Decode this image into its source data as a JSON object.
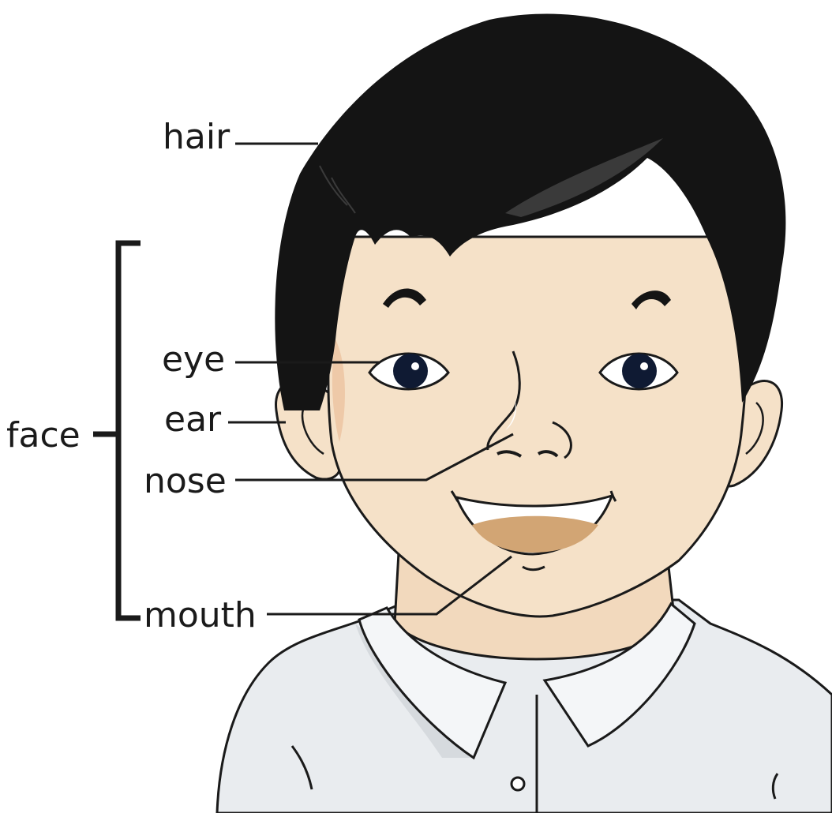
{
  "diagram": {
    "labels": {
      "hair": "hair",
      "eye": "eye",
      "ear": "ear",
      "face": "face",
      "nose": "nose",
      "mouth": "mouth"
    },
    "colors": {
      "hair": "#141414",
      "skin": "#f5e1c8",
      "skin_shade": "#eec9a8",
      "mouth_inner": "#d2a574",
      "shirt": "#e9ecef",
      "outline": "#1a1a1a",
      "iris": "#0f1a33"
    }
  }
}
